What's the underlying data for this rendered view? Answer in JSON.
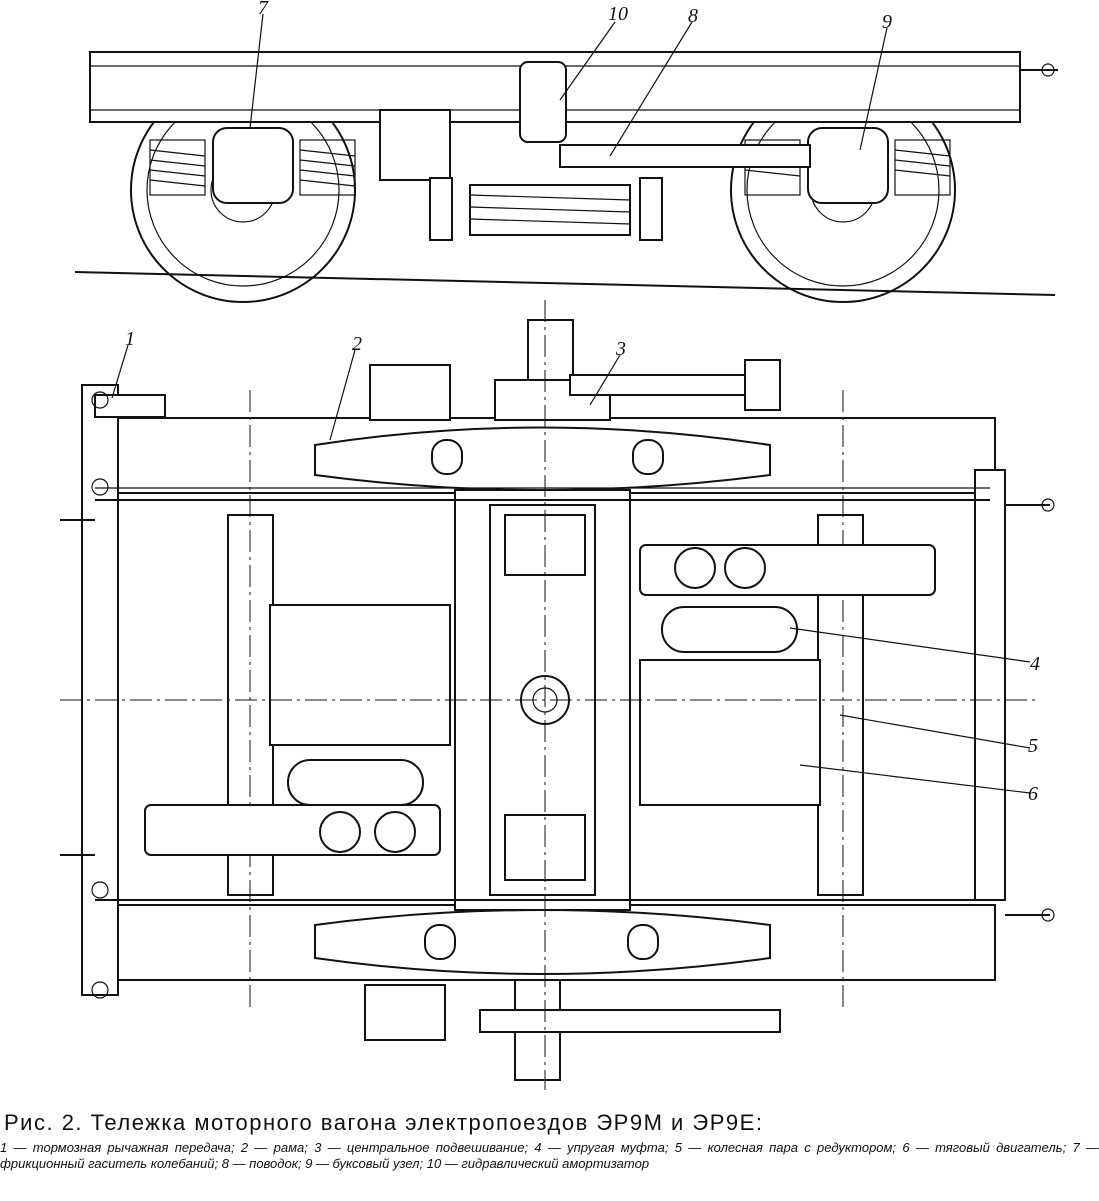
{
  "callouts": {
    "c1": "1",
    "c2": "2",
    "c3": "3",
    "c4": "4",
    "c5": "5",
    "c6": "6",
    "c7": "7",
    "c8": "8",
    "c9": "9",
    "c10": "10"
  },
  "caption": {
    "title": "Рис. 2. Тележка моторного вагона электропоездов ЭР9М и ЭР9Е:",
    "legend": "1 — тормозная рычажная передача; 2 — рама; 3 — центральное подвешивание; 4 — упругая муфта; 5 — колесная пара с редуктором; 6 — тяговый двигатель; 7 — фрикционный гаситель колебаний; 8 — поводок; 9 — буксовый узел; 10 — гидравлический амортизатор"
  }
}
